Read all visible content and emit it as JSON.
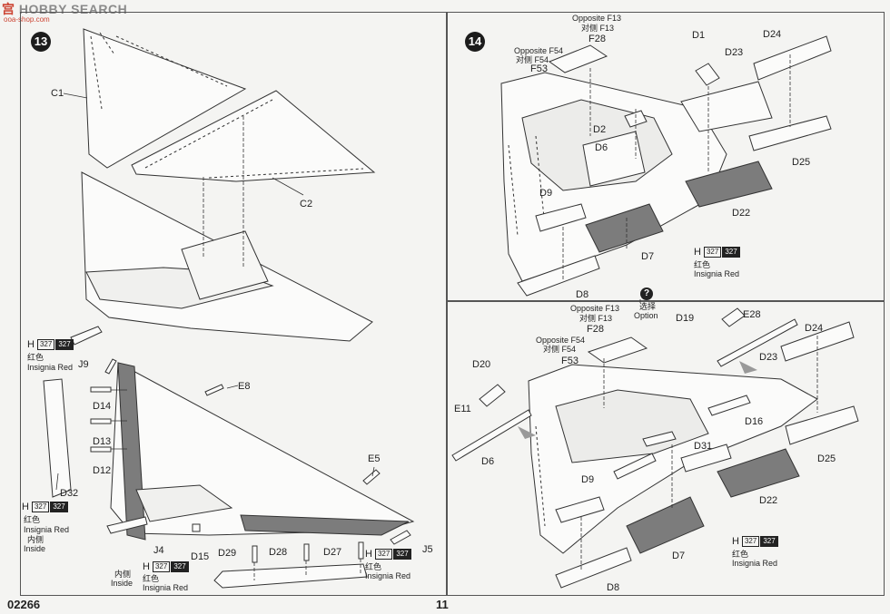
{
  "watermark": {
    "brand_cn": "宫",
    "brand_text": "HOBBY SEARCH",
    "url": "ooa-shop.com"
  },
  "footer": {
    "kit_number": "02266",
    "page_number": "11"
  },
  "step13": {
    "number": "13",
    "labels": {
      "c1": "C1",
      "c2": "C2",
      "e8": "E8",
      "e5": "E5",
      "j9": "J9",
      "j4": "J4",
      "j5": "J5",
      "d14": "D14",
      "d13": "D13",
      "d12": "D12",
      "d32": "D32",
      "d15": "D15",
      "d29": "D29",
      "d28": "D28",
      "d27": "D27"
    },
    "paint_top": {
      "code": "H",
      "box1": "327",
      "box2": "327",
      "cn": "红色",
      "en": "Insignia Red"
    },
    "paint_left": {
      "code": "H",
      "box1": "327",
      "box2": "327",
      "cn": "红色",
      "en": "Insignia Red",
      "inside_cn": "内侧",
      "inside_en": "Inside"
    },
    "paint_bottom": {
      "code": "H",
      "box1": "327",
      "box2": "327",
      "cn": "红色",
      "en": "Insignia Red",
      "inside_cn": "内侧",
      "inside_en": "Inside"
    },
    "paint_right": {
      "code": "H",
      "box1": "327",
      "box2": "327",
      "cn": "红色",
      "en": "Insignia Red"
    }
  },
  "step14": {
    "number": "14",
    "top": {
      "opposite_f13": "Opposite F13",
      "opposite_f13_cn": "对侧 F13",
      "f28": "F28",
      "opposite_f54": "Opposite F54",
      "opposite_f54_cn": "对侧 F54",
      "f53": "F53",
      "d1": "D1",
      "d23": "D23",
      "d24": "D24",
      "d2": "D2",
      "d6": "D6",
      "d9": "D9",
      "d25": "D25",
      "d22": "D22",
      "d7": "D7",
      "d8": "D8",
      "paint": {
        "code": "H",
        "box1": "327",
        "box2": "327",
        "cn": "红色",
        "en": "Insignia Red"
      }
    },
    "option": {
      "icon": "?",
      "cn": "选择",
      "en": "Option"
    },
    "bottom": {
      "opposite_f13": "Opposite F13",
      "opposite_f13_cn": "对侧 F13",
      "f28": "F28",
      "opposite_f54": "Opposite F54",
      "opposite_f54_cn": "对侧 F54",
      "f53": "F53",
      "d19": "D19",
      "e28": "E28",
      "d23": "D23",
      "d24": "D24",
      "d20": "D20",
      "e11": "E11",
      "d6": "D6",
      "d16": "D16",
      "d31": "D31",
      "d9": "D9",
      "d25": "D25",
      "d22": "D22",
      "d7": "D7",
      "d8": "D8",
      "paint": {
        "code": "H",
        "box1": "327",
        "box2": "327",
        "cn": "红色",
        "en": "Insignia Red"
      }
    }
  }
}
